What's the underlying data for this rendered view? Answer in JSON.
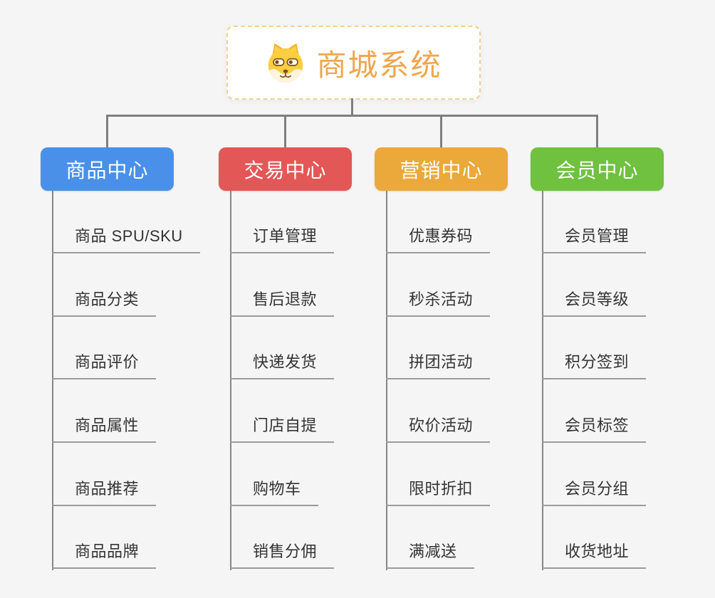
{
  "page": {
    "background": "#f5f5f6"
  },
  "root": {
    "title": "商城系统",
    "title_color": "#f0a64e",
    "border_color": "#f5cf96",
    "icon": "dog-face-icon"
  },
  "connector_color": "#7f7f7f",
  "branches": [
    {
      "label": "商品中心",
      "color": "#4a90e8",
      "items": [
        "商品 SPU/SKU",
        "商品分类",
        "商品评价",
        "商品属性",
        "商品推荐",
        "商品品牌"
      ]
    },
    {
      "label": "交易中心",
      "color": "#e35756",
      "items": [
        "订单管理",
        "售后退款",
        "快递发货",
        "门店自提",
        "购物车",
        "销售分佣"
      ]
    },
    {
      "label": "营销中心",
      "color": "#eba93b",
      "items": [
        "优惠券码",
        "秒杀活动",
        "拼团活动",
        "砍价活动",
        "限时折扣",
        "满减送"
      ]
    },
    {
      "label": "会员中心",
      "color": "#6fc13f",
      "items": [
        "会员管理",
        "会员等级",
        "积分签到",
        "会员标签",
        "会员分组",
        "收货地址"
      ]
    }
  ]
}
